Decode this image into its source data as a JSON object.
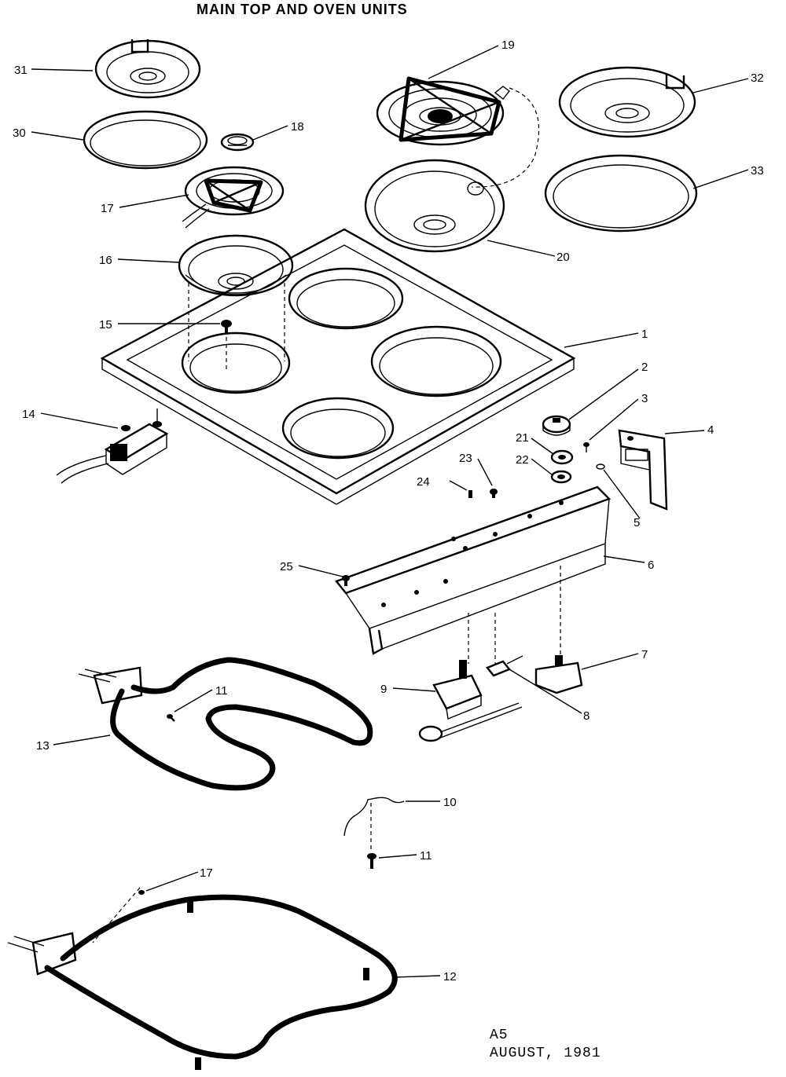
{
  "title": "MAIN TOP AND OVEN UNITS",
  "footer": {
    "code": "A5",
    "date": "AUGUST, 1981"
  },
  "callouts": [
    {
      "id": "c31",
      "text": "31"
    },
    {
      "id": "c30",
      "text": "30"
    },
    {
      "id": "c18",
      "text": "18"
    },
    {
      "id": "c17a",
      "text": "17"
    },
    {
      "id": "c16",
      "text": "16"
    },
    {
      "id": "c15",
      "text": "15"
    },
    {
      "id": "c19",
      "text": "19"
    },
    {
      "id": "c20",
      "text": "20"
    },
    {
      "id": "c32",
      "text": "32"
    },
    {
      "id": "c33",
      "text": "33"
    },
    {
      "id": "c1",
      "text": "1"
    },
    {
      "id": "c2",
      "text": "2"
    },
    {
      "id": "c3",
      "text": "3"
    },
    {
      "id": "c4",
      "text": "4"
    },
    {
      "id": "c5",
      "text": "5"
    },
    {
      "id": "c21",
      "text": "21"
    },
    {
      "id": "c22",
      "text": "22"
    },
    {
      "id": "c23",
      "text": "23"
    },
    {
      "id": "c24",
      "text": "24"
    },
    {
      "id": "c14",
      "text": "14"
    },
    {
      "id": "c25",
      "text": "25"
    },
    {
      "id": "c6",
      "text": "6"
    },
    {
      "id": "c7",
      "text": "7"
    },
    {
      "id": "c8",
      "text": "8"
    },
    {
      "id": "c9",
      "text": "9"
    },
    {
      "id": "c11a",
      "text": "11"
    },
    {
      "id": "c13",
      "text": "13"
    },
    {
      "id": "c10",
      "text": "10"
    },
    {
      "id": "c11b",
      "text": "11"
    },
    {
      "id": "c17b",
      "text": "17"
    },
    {
      "id": "c12",
      "text": "12"
    }
  ]
}
